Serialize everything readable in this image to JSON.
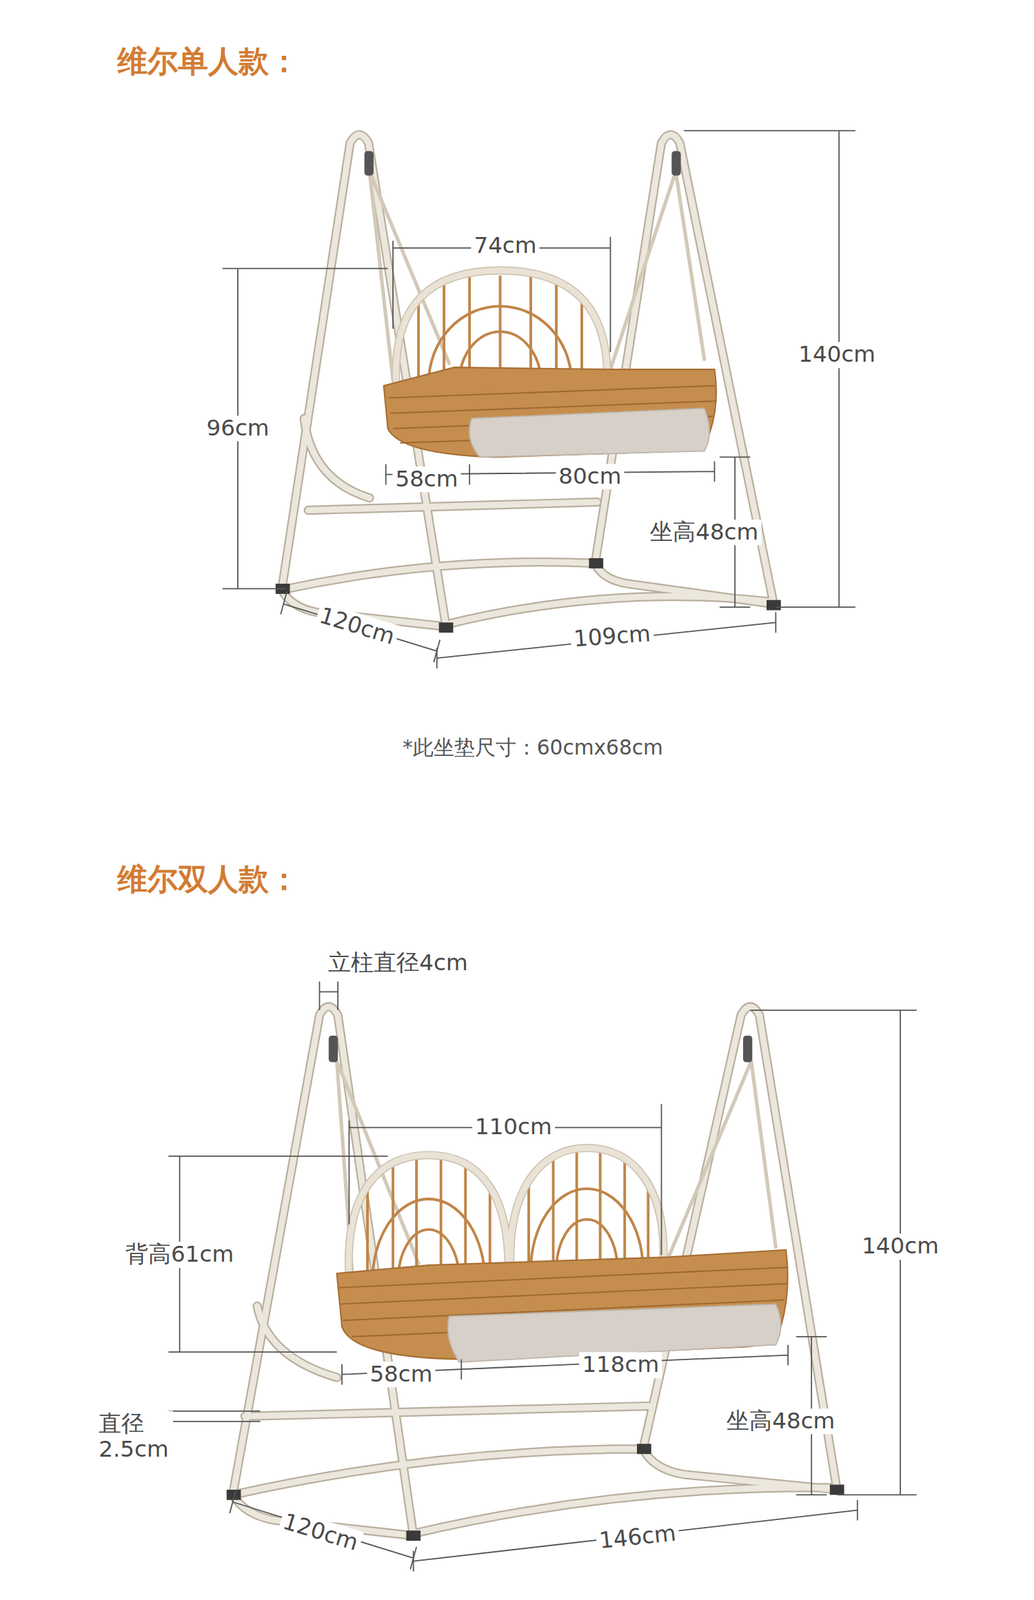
{
  "diagram": {
    "labels": [
      "维尔单人款：",
      "74cm",
      "96cm",
      "58cm",
      "80cm",
      "140cm",
      "坐高48cm",
      "120cm",
      "109cm",
      "*此坐垫尺寸：60cmx68cm",
      "维尔双人款：",
      "立柱直径4cm",
      "110cm",
      "背高61cm",
      "58cm",
      "118cm",
      "140cm",
      "直径 2.5cm",
      "坐高48cm",
      "120cm",
      "146cm"
    ]
  }
}
